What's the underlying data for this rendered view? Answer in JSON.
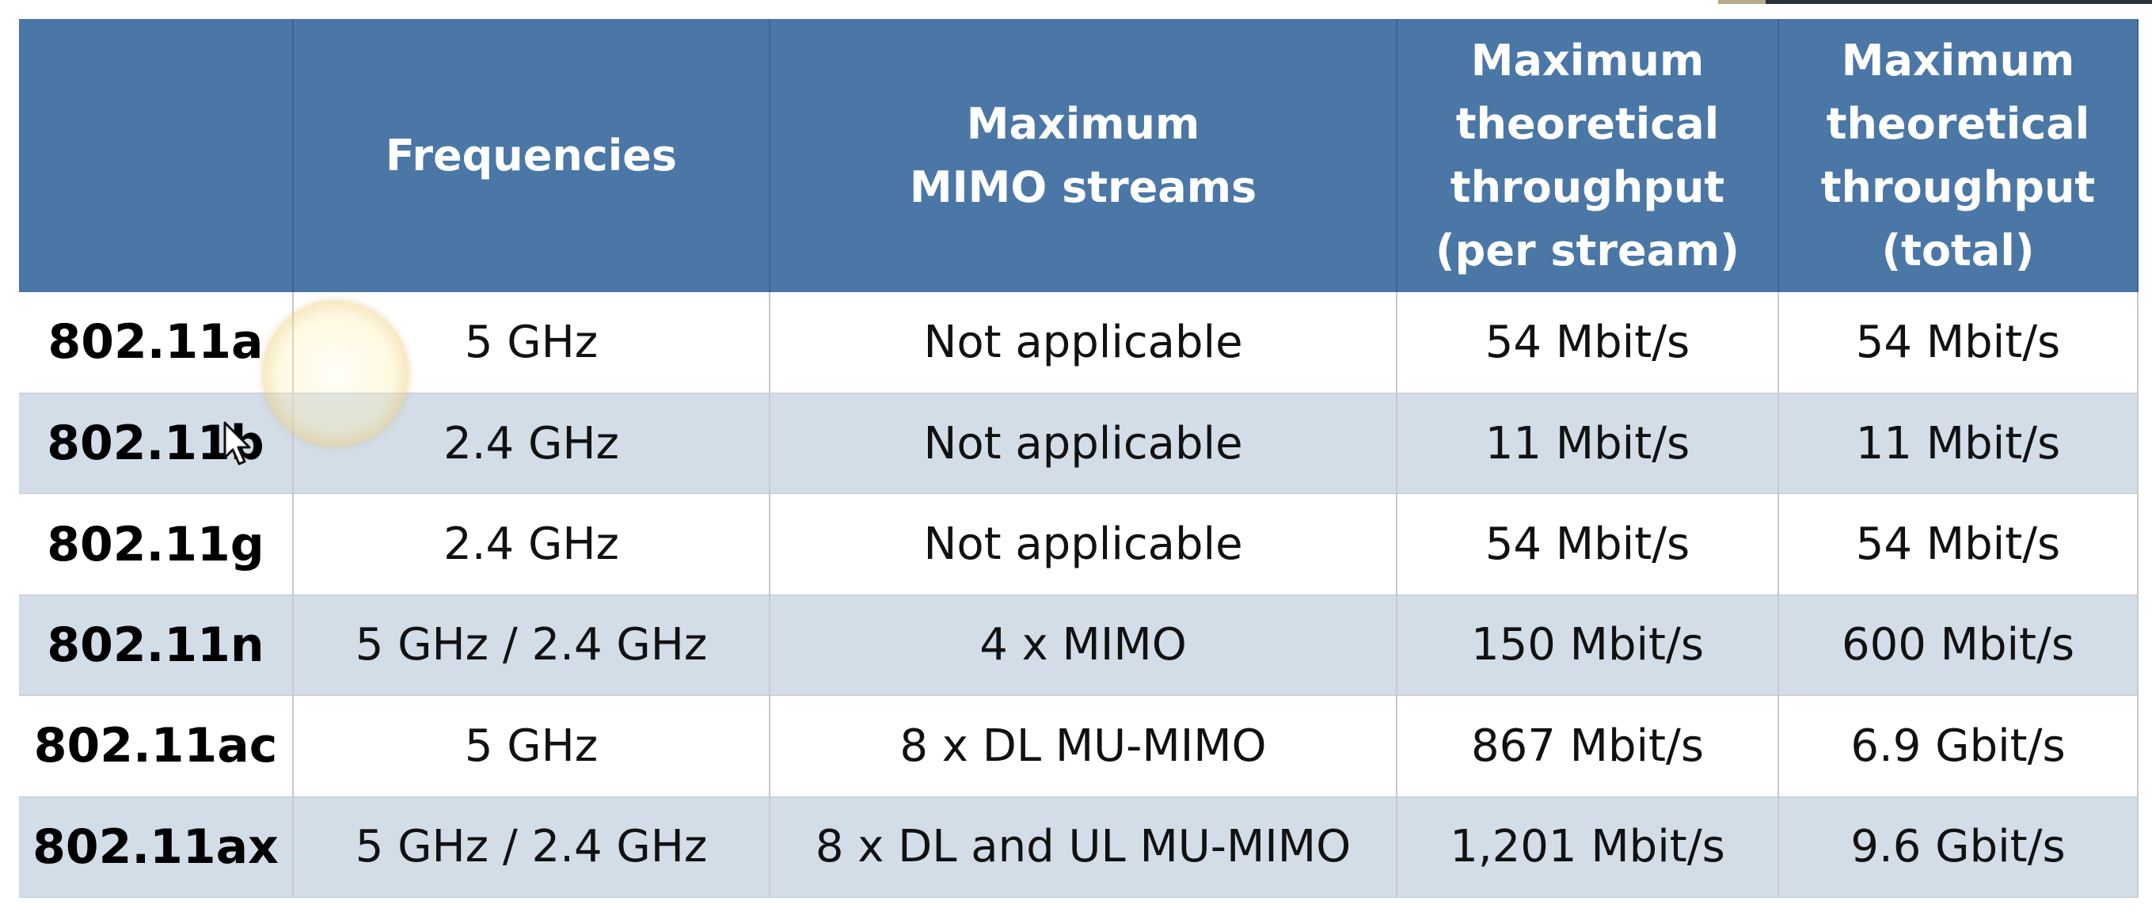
{
  "table": {
    "headers": [
      "",
      "Frequencies",
      "Maximum\nMIMO streams",
      "Maximum\ntheoretical\nthroughput\n(per stream)",
      "Maximum\ntheoretical\nthroughput\n(total)"
    ],
    "rows": [
      [
        "802.11a",
        "5 GHz",
        "Not applicable",
        "54 Mbit/s",
        "54 Mbit/s"
      ],
      [
        "802.11b",
        "2.4 GHz",
        "Not applicable",
        "11 Mbit/s",
        "11 Mbit/s"
      ],
      [
        "802.11g",
        "2.4 GHz",
        "Not applicable",
        "54 Mbit/s",
        "54 Mbit/s"
      ],
      [
        "802.11n",
        "5 GHz / 2.4 GHz",
        "4 x MIMO",
        "150 Mbit/s",
        "600 Mbit/s"
      ],
      [
        "802.11ac",
        "5 GHz",
        "8 x DL MU-MIMO",
        "867 Mbit/s",
        "6.9 Gbit/s"
      ],
      [
        "802.11ax",
        "5 GHz / 2.4 GHz",
        "8 x DL and UL MU-MIMO",
        "1,201 Mbit/s",
        "9.6 Gbit/s"
      ]
    ]
  },
  "colors": {
    "header_bg": "#4a77a6",
    "header_text": "#ffffff",
    "row_alt_bg": "#d3dde8",
    "row_bg": "#ffffff"
  },
  "icons": {
    "cursor": "cursor-arrow-icon",
    "highlight": "cursor-highlight-ring-icon"
  }
}
